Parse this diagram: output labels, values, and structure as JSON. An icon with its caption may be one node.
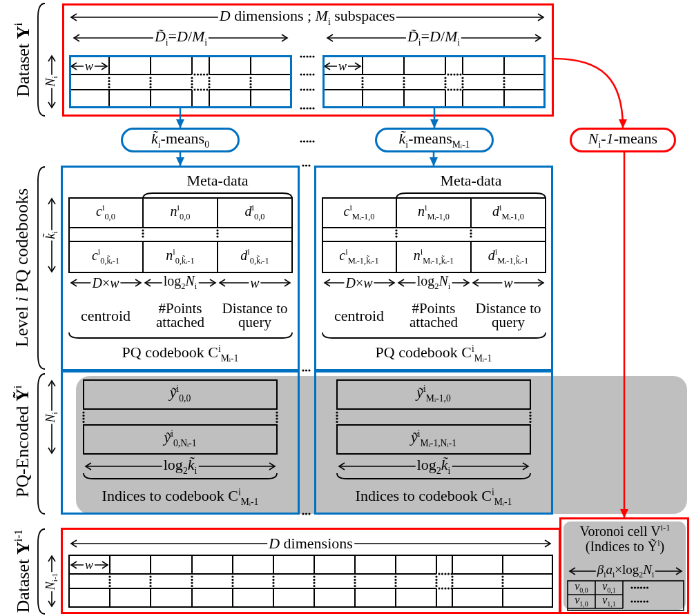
{
  "diagram": {
    "nodes": [
      {
        "text": [
          "Dataset **Y**$^{i}$"
        ]
      },
      {
        "text": [],
        "shape": "box",
        "in": 0
      },
      {
        "text": [],
        "shape": "box",
        "in": 0
      },
      {
        "text": [
          "*k̃*$_{i}$-means$_{0}$"
        ]
      },
      {
        "text": [
          "*k̃*$_{i}$-means$_{Mᵢ-1}$"
        ]
      },
      {
        "text": [
          "*N*$_{i}$-*1*-means"
        ]
      },
      {
        "text": [
          "PQ codebook C$^{i}$$_{Mᵢ-1}$"
        ]
      },
      {
        "text": [
          "PQ codebook C$^{i}$$_{Mᵢ-1}$"
        ]
      },
      {
        "text": [
          "Indices to codebook C$^{i}$$_{Mᵢ-1}$"
        ]
      },
      {
        "text": [
          "Indices to codebook C$^{i}$$_{Mᵢ-1}$"
        ]
      },
      {
        "text": [
          "Voronoi cell V$^{i-1}$ (Indices to Ỹ$^{i}$)"
        ]
      },
      {
        "text": [
          "Dataset **Y**$^{i-1}$"
        ]
      }
    ],
    "edges": [
      {
        "from": 1,
        "to": 3,
        "arrow": "to"
      },
      {
        "from": 2,
        "to": 4,
        "arrow": "to"
      },
      {
        "from": 3,
        "to": 6,
        "arrow": "to"
      },
      {
        "from": 4,
        "to": 7,
        "arrow": "to"
      },
      {
        "from": 0,
        "to": 5,
        "arrow": "to",
        "color": "#ff0000"
      },
      {
        "from": 5,
        "to": 10,
        "arrow": "to",
        "color": "#ff0000"
      }
    ],
    "labels": [
      "*D* dimensions ; *M*$_{i}$ subspaces",
      "*D̃*$_{i}$=*D*/*M*$_{i}$",
      "*D̃*$_{i}$=*D*/*M*$_{i}$",
      "*w*",
      "*w*",
      "*N*$_{i}$",
      "Meta-data",
      "Meta-data",
      "Level *i* PQ codebooks",
      "*k̃*$_{i}$",
      "*c*$^{i}$$_{0,0}$",
      "*n*$^{i}$$_{0,0}$",
      "*d*$^{i}$$_{0,0}$",
      "*c*$^{i}$$_{0,k̃ᵢ-1}$",
      "*n*$^{i}$$_{0,k̃ᵢ-1}$",
      "*d*$^{i}$$_{0,k̃ᵢ-1}$",
      "*c*$^{i}$$_{Mᵢ-1,0}$",
      "*n*$^{i}$$_{Mᵢ-1,0}$",
      "*d*$^{i}$$_{Mᵢ-1,0}$",
      "*c*$^{i}$$_{Mᵢ-1,k̃ᵢ-1}$",
      "*n*$^{i}$$_{Mᵢ-1,k̃ᵢ-1}$",
      "*d*$^{i}$$_{Mᵢ-1,k̃ᵢ-1}$",
      "*D*×*w*",
      "log$_{2}$*N*$_{i}$",
      "*w*",
      "*D*×*w*",
      "log$_{2}$*N*$_{i}$",
      "*w*",
      "centroid",
      "#Points attached",
      "Distance to query",
      "centroid",
      "#Points attached",
      "Distance to query",
      "PQ-Encoded **Ỹ**$^{i}$",
      "*N*$_{i}$",
      "*ỹ*$^{i}$$_{0,0}$",
      "*ỹ*$^{i}$$_{0,Nᵢ-1}$",
      "*ỹ*$^{i}$$_{Mᵢ-1,0}$",
      "*ỹ*$^{i}$$_{Mᵢ-1,Nᵢ-1}$",
      "log$_{2}$*k̃*$_{i}$",
      "log$_{2}$*k̃*$_{i}$",
      "*β*$_{i}$*a*$_{i}$×log$_{2}$*N*$_{i}$",
      "*v*$_{0,0}$",
      "*v*$_{0,1}$",
      "*v*$_{1,0}$",
      "*v*$_{1,1}$",
      "*D* dimensions",
      "*w*",
      "*N*$_{i-1}$"
    ]
  }
}
